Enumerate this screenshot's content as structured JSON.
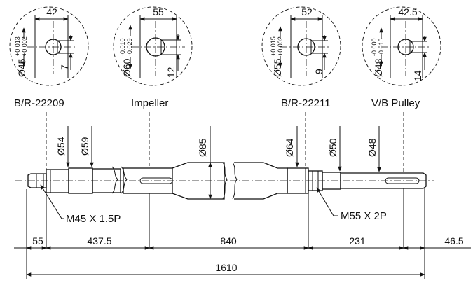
{
  "details": [
    {
      "dia": "Ø45",
      "tol_upper": "+0.013",
      "tol_lower": "+0.002",
      "key_length": "42",
      "key_depth": "7"
    },
    {
      "dia": "Ø60",
      "tol_upper": "-0.010",
      "tol_lower": "-0.029",
      "key_length": "55",
      "key_depth": "12"
    },
    {
      "dia": "Ø55",
      "tol_upper": "+0.015",
      "tol_lower": "+0.002",
      "key_length": "52",
      "key_depth": "9"
    },
    {
      "dia": "Ø48",
      "tol_upper": "-0.000",
      "tol_lower": "-0.015",
      "key_length": "42.5",
      "key_depth": "14"
    }
  ],
  "labels": {
    "br1": "B/R-22209",
    "impeller": "Impeller",
    "br2": "B/R-22211",
    "pulley": "V/B Pulley"
  },
  "diameters": [
    "Ø54",
    "Ø59",
    "Ø85",
    "Ø64",
    "Ø50",
    "Ø48"
  ],
  "threads": {
    "left": "M45 X 1.5P",
    "right": "M55 X 2P"
  },
  "lengths": {
    "seg1": "55",
    "seg2": "437.5",
    "seg3": "840",
    "seg4": "231",
    "seg5": "46.5",
    "total": "1610"
  }
}
